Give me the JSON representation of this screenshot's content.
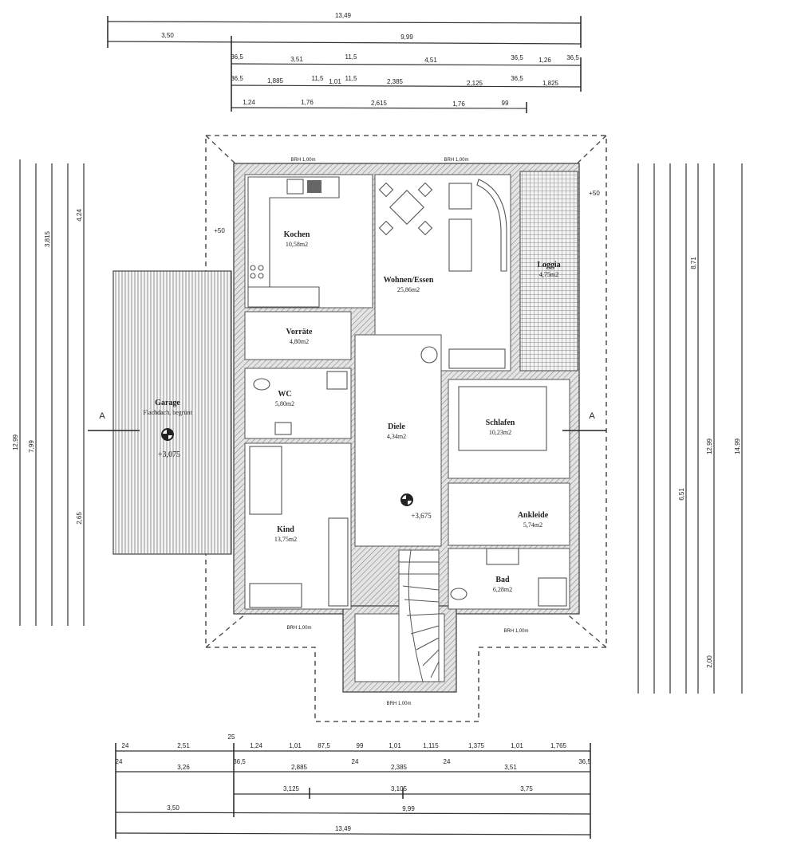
{
  "plan": {
    "rooms": {
      "kochen": {
        "name": "Kochen",
        "area": "10,58m2"
      },
      "wohnen": {
        "name": "Wohnen/Essen",
        "area": "25,86m2"
      },
      "loggia": {
        "name": "Loggia",
        "area": "4,75m2"
      },
      "vorraete": {
        "name": "Vorräte",
        "area": "4,80m2"
      },
      "wc": {
        "name": "WC",
        "area": "5,80m2"
      },
      "diele": {
        "name": "Diele",
        "area": "4,34m2"
      },
      "schlafen": {
        "name": "Schlafen",
        "area": "10,23m2"
      },
      "ankleide": {
        "name": "Ankleide",
        "area": "5,74m2"
      },
      "kind": {
        "name": "Kind",
        "area": "13,75m2"
      },
      "bad": {
        "name": "Bad",
        "area": "6,28m2"
      },
      "garage": {
        "name": "Garage",
        "sub": "Flachdach, begrünt",
        "level": "+3,075"
      }
    },
    "level_main": "+3,675",
    "window_label": "BRH 1,00m",
    "section_marker": "A",
    "roof_overhang": "+50"
  },
  "dims": {
    "top": [
      [
        "13,49"
      ],
      [
        "3,50",
        "9,99"
      ],
      [
        "36,5",
        "3,51",
        "11,5",
        "4,51",
        "36,5",
        "1,26",
        "36,5"
      ],
      [
        "36,5",
        "1,885",
        "11,5",
        "1,01",
        "11,5",
        "2,385",
        "2,125",
        "36,5",
        "1,825"
      ],
      [
        "1,24",
        "1,76",
        "2,615",
        "1,76",
        "99"
      ]
    ],
    "bottom": [
      [
        "24",
        "2,51",
        "25",
        "1,24",
        "1,01",
        "87,5",
        "99",
        "1,01",
        "1,115",
        "1,375",
        "1,01",
        "1,765"
      ],
      [
        "24",
        "3,26",
        "36,5",
        "2,885",
        "24",
        "2,385",
        "24",
        "3,51",
        "36,5"
      ],
      [
        "3,125",
        "3,105",
        "3,75"
      ],
      [
        "3,50",
        "9,99"
      ],
      [
        "13,49"
      ]
    ],
    "left": [
      "12,99",
      "7,99",
      "3,815",
      "4,24",
      "2,65"
    ],
    "right": [
      "14,99",
      "12,99",
      "8,71",
      "6,51",
      "2,00"
    ]
  }
}
